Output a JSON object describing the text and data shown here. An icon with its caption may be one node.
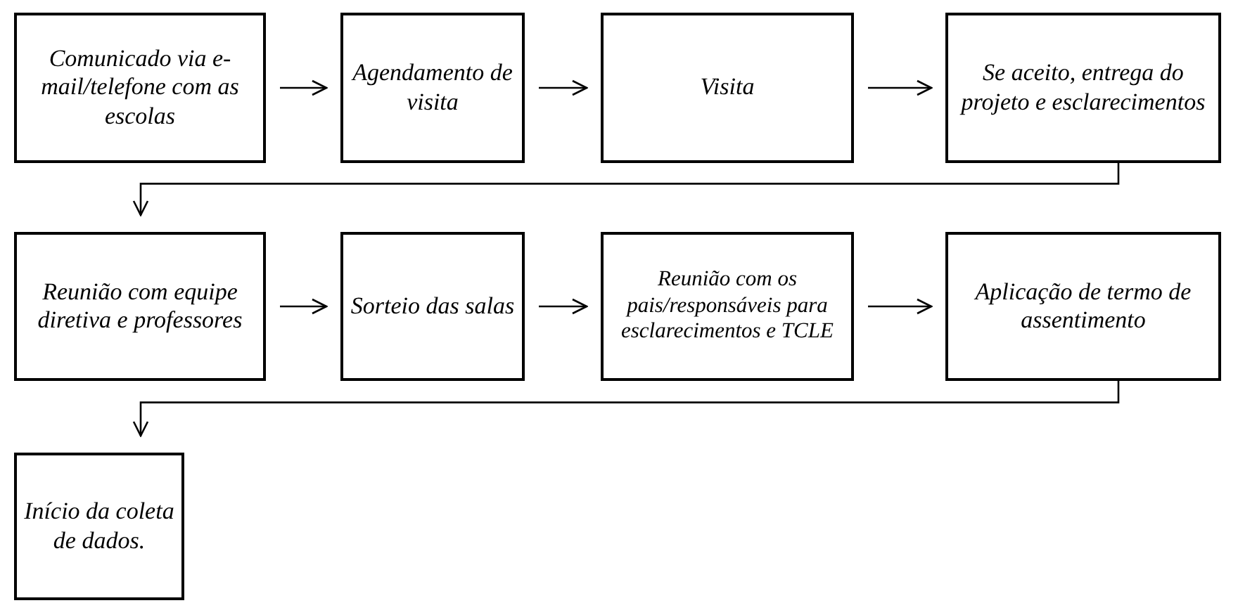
{
  "diagram": {
    "nodes": [
      {
        "text": [
          "Comunicado via e-mail/telefone com as escolas"
        ]
      },
      {
        "text": [
          "Agendamento de visita"
        ]
      },
      {
        "text": [
          "Visita"
        ]
      },
      {
        "text": [
          "Se aceito, entrega do projeto e esclarecimentos"
        ]
      },
      {
        "text": [
          "Reunião com equipe diretiva e professores"
        ]
      },
      {
        "text": [
          "Sorteio das salas"
        ]
      },
      {
        "text": [
          "Reunião com os pais/responsáveis para esclarecimentos e TCLE"
        ]
      },
      {
        "text": [
          "Aplicação de termo de assentimento"
        ]
      },
      {
        "text": [
          "Início da coleta de dados."
        ]
      }
    ],
    "edges": [
      {
        "from": 0,
        "to": 1,
        "arrow": "to"
      },
      {
        "from": 1,
        "to": 2,
        "arrow": "to"
      },
      {
        "from": 2,
        "to": 3,
        "arrow": "to"
      },
      {
        "from": 3,
        "to": 4,
        "arrow": "to"
      },
      {
        "from": 4,
        "to": 5,
        "arrow": "to"
      },
      {
        "from": 5,
        "to": 6,
        "arrow": "to"
      },
      {
        "from": 6,
        "to": 7,
        "arrow": "to"
      },
      {
        "from": 7,
        "to": 8,
        "arrow": "to"
      }
    ]
  }
}
